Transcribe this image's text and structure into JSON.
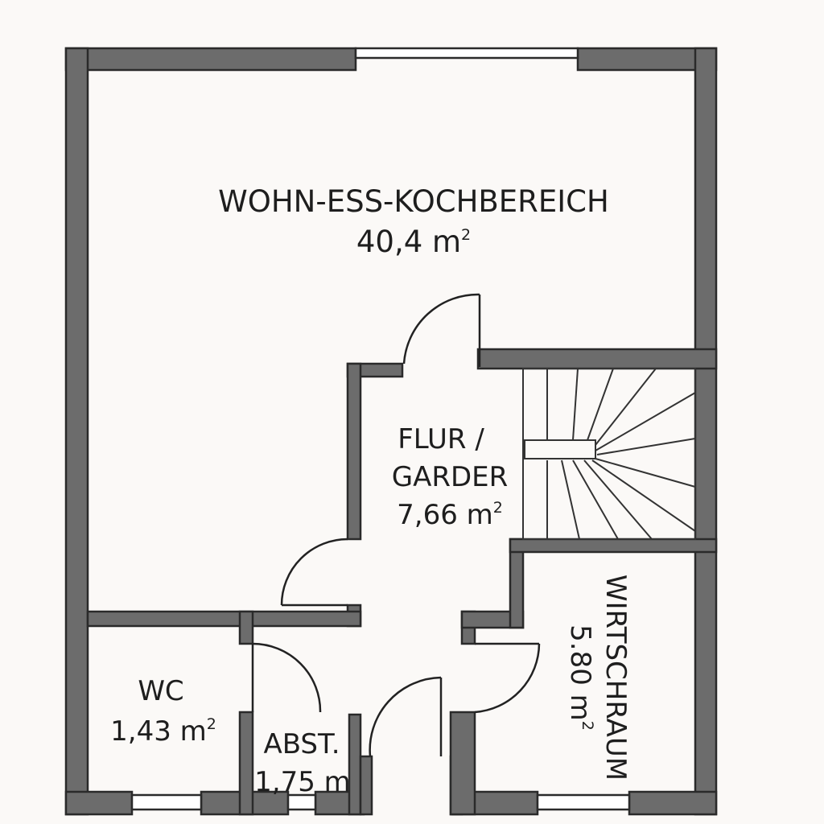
{
  "rooms": {
    "living": {
      "name": "WOHN-ESS-KOCHBEREICH",
      "area": "40,4 m",
      "unit_sup": "2"
    },
    "hall": {
      "name_line1": "FLUR /",
      "name_line2": "GARDER",
      "area": "7,66 m",
      "unit_sup": "2"
    },
    "wc": {
      "name": "WC",
      "area": "1,43 m",
      "unit_sup": "2"
    },
    "storage": {
      "name": "ABST.",
      "area": "1,75 m"
    },
    "utility": {
      "name": "WIRTSCHRAUM",
      "area": "5.80 m",
      "unit_sup": "2"
    }
  },
  "colors": {
    "wall_fill": "#6c6c6c",
    "wall_outline": "#2a2a2a",
    "background": "#fbf9f7",
    "window": "#ffffff"
  }
}
